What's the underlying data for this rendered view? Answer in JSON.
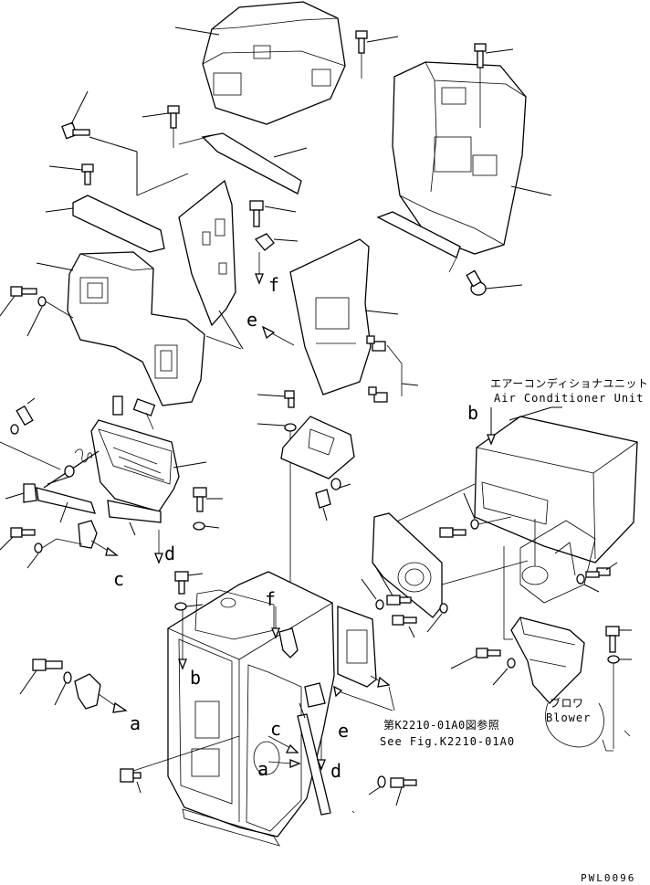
{
  "labels": {
    "a1": "a",
    "a2": "a",
    "b1": "b",
    "b2": "b",
    "c1": "c",
    "c2": "c",
    "d1": "d",
    "d2": "d",
    "e1": "e",
    "e2": "e",
    "f1": "f",
    "f2": "f"
  },
  "air_conditioner": {
    "label_jp": "エアーコンディショナユニット",
    "label_en": "Air Conditioner Unit"
  },
  "blower": {
    "label_jp": "ブロワ",
    "label_en": "Blower"
  },
  "reference": {
    "label_jp": "第K2210-01A0図参照",
    "label_en": "See Fig.K2210-01A0"
  },
  "drawing_code": "PWL0096"
}
